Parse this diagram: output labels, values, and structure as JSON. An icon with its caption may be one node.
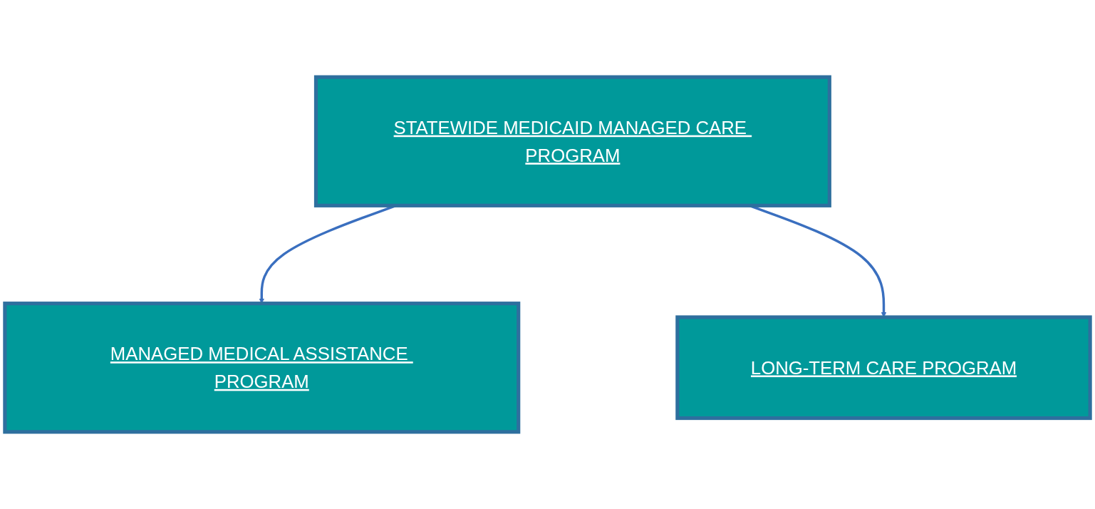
{
  "diagram": {
    "nodes": [
      {
        "text": [
          "STATEWIDE MEDICAID MANAGED CARE PROGRAM"
        ]
      },
      {
        "text": [
          "MANAGED MEDICAL ASSISTANCE PROGRAM"
        ]
      },
      {
        "text": [
          "LONG-TERM CARE PROGRAM"
        ]
      }
    ],
    "edges": [
      {
        "from": 0,
        "to": 1,
        "arrow": "to"
      },
      {
        "from": 0,
        "to": 2,
        "arrow": "to"
      }
    ]
  }
}
